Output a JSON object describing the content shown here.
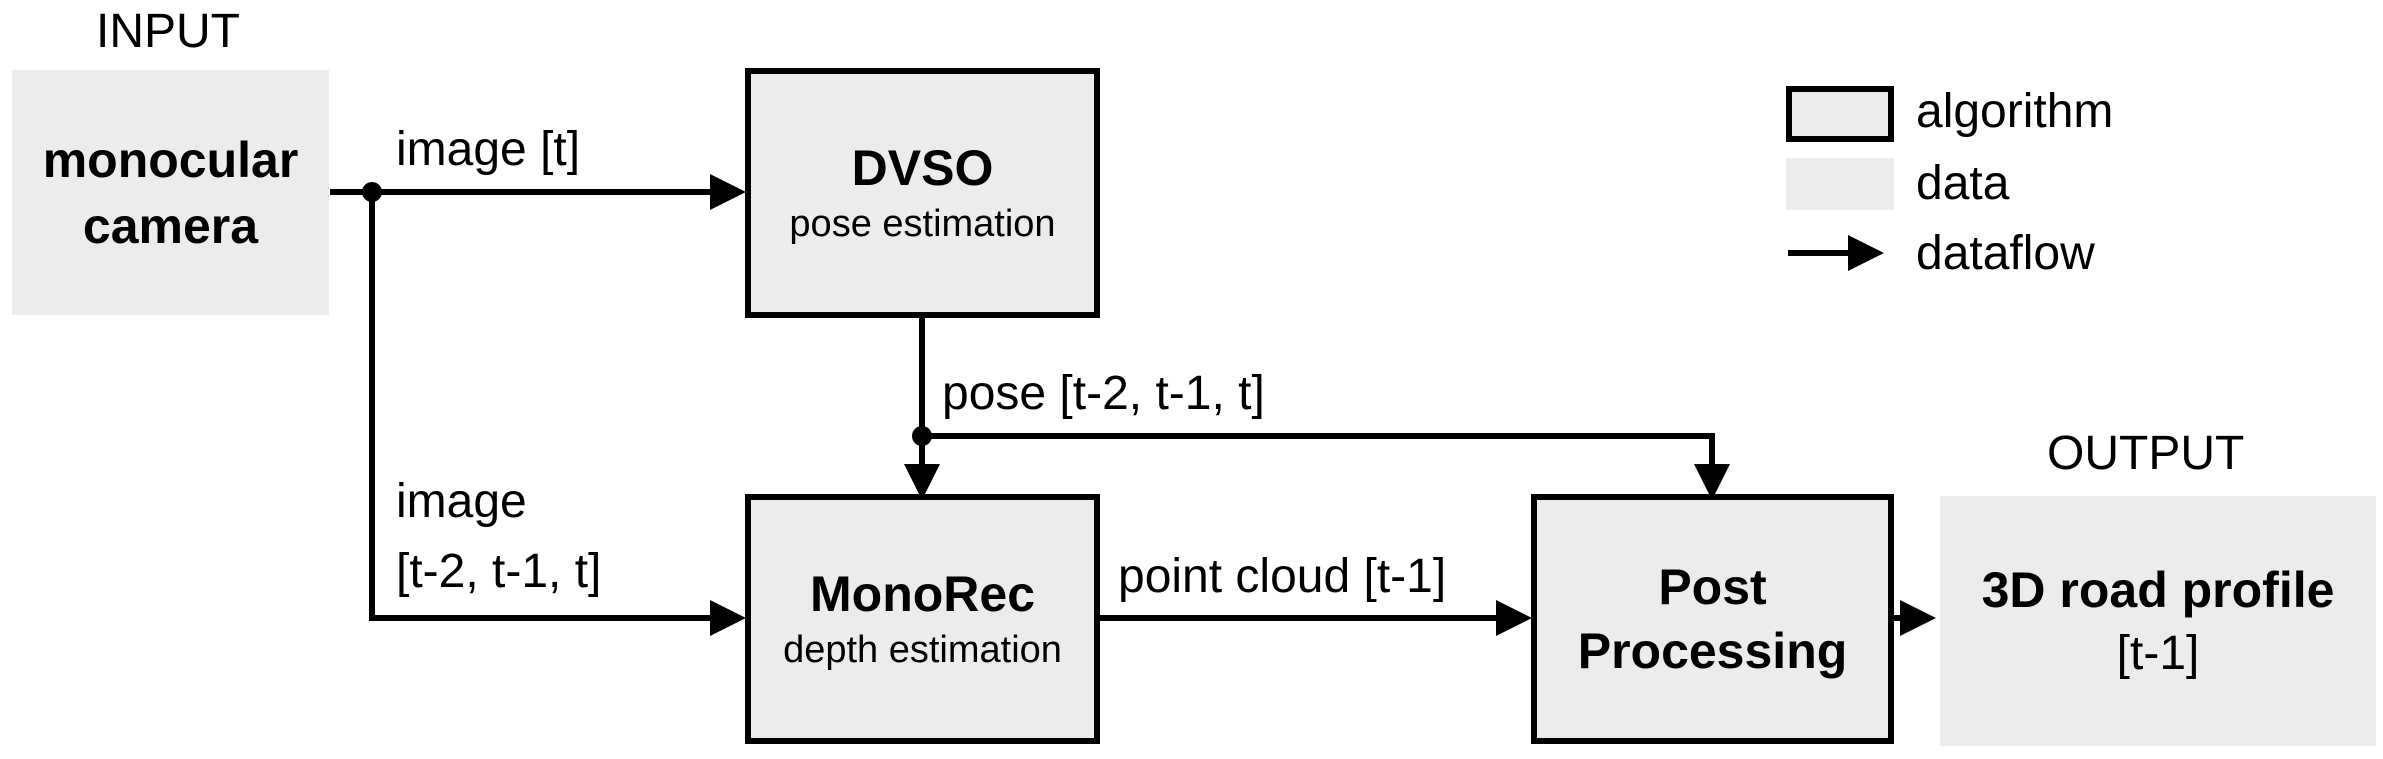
{
  "labels": {
    "input": "INPUT",
    "output": "OUTPUT"
  },
  "nodes": {
    "camera": {
      "line1": "monocular",
      "line2": "camera",
      "kind": "data"
    },
    "dvso": {
      "title": "DVSO",
      "subtitle": "pose estimation",
      "kind": "algorithm"
    },
    "monorec": {
      "title": "MonoRec",
      "subtitle": "depth estimation",
      "kind": "algorithm"
    },
    "post": {
      "line1": "Post",
      "line2": "Processing",
      "kind": "algorithm"
    },
    "road": {
      "title": "3D road profile",
      "subtitle": "[t-1]",
      "kind": "data"
    }
  },
  "edges": {
    "image_t": "image [t]",
    "image_multi_line1": "image",
    "image_multi_line2": "[t-2, t-1, t]",
    "pose": "pose [t-2, t-1, t]",
    "point_cloud": "point cloud [t-1]"
  },
  "legend": {
    "algorithm": "algorithm",
    "data": "data",
    "dataflow": "dataflow"
  },
  "colors": {
    "box_fill": "#ececec",
    "stroke": "#000000"
  }
}
